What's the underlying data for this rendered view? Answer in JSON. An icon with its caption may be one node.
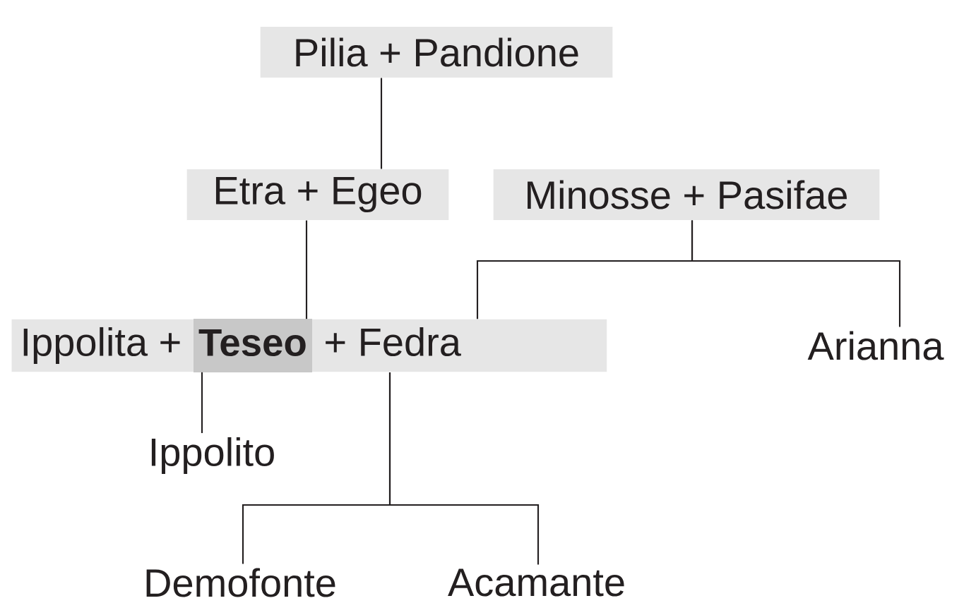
{
  "diagram": {
    "nodes": [
      {
        "text": [
          "Pilia + Pandione"
        ]
      },
      {
        "text": [
          "Etra + Egeo"
        ]
      },
      {
        "text": [
          "Minosse + Pasifae"
        ]
      },
      {
        "text": [
          "Ippolita + **Teseo** + Fedra"
        ]
      },
      {
        "text": [
          "Arianna"
        ]
      },
      {
        "text": [
          "Ippolito"
        ]
      },
      {
        "text": [
          "Demofonte"
        ]
      },
      {
        "text": [
          "Acamante"
        ]
      }
    ],
    "edges": [
      {
        "from": 0,
        "to": 1,
        "arrow": "none"
      },
      {
        "from": 1,
        "to": 3,
        "arrow": "none"
      },
      {
        "from": 2,
        "to": 3,
        "arrow": "none"
      },
      {
        "from": 2,
        "to": 4,
        "arrow": "none"
      },
      {
        "from": 3,
        "to": 5,
        "arrow": "none"
      },
      {
        "from": 3,
        "to": 6,
        "arrow": "none"
      },
      {
        "from": 3,
        "to": 7,
        "arrow": "none"
      }
    ]
  }
}
